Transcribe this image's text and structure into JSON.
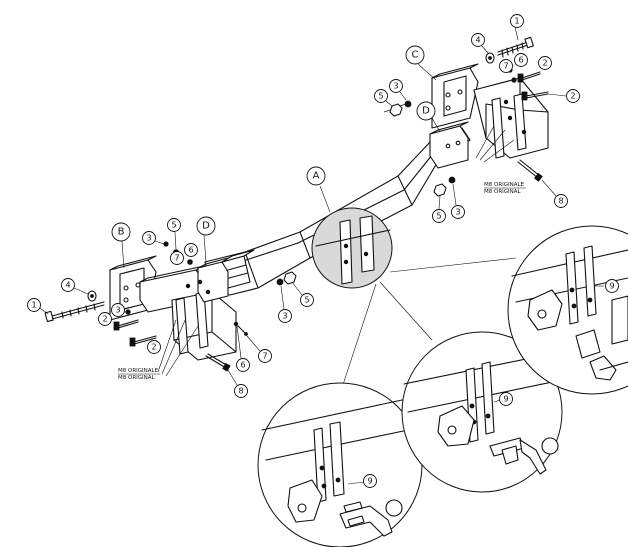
{
  "letters": {
    "a": "A",
    "b": "B",
    "c": "C",
    "d": "D"
  },
  "callouts": {
    "n1": "1",
    "n2": "2",
    "n3": "3",
    "n4": "4",
    "n5": "5",
    "n6": "6",
    "n7": "7",
    "n8": "8",
    "n9": "9"
  },
  "notes": {
    "m8_line1": "M8 ORIGINALE",
    "m8_line2": "M8 ORIGINAL"
  },
  "colors": {
    "detail_fill": "#d9d9d9",
    "ink": "#111111"
  }
}
